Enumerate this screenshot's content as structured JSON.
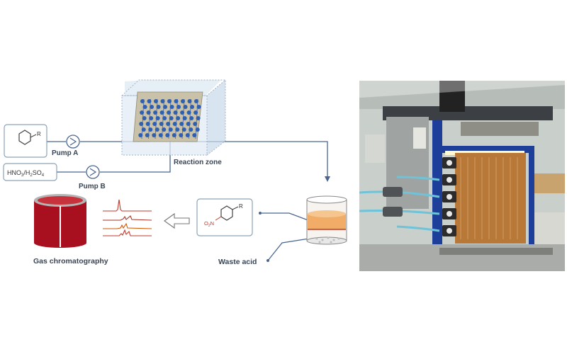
{
  "labels": {
    "pump_a": "Pump A",
    "pump_b": "Pump B",
    "reaction_zone": "Reaction zone",
    "gas_chromatography": "Gas chromatography",
    "waste_acid": "Waste acid"
  },
  "reagents": {
    "substituent_r": "R",
    "acid_mixture_base": "HNO",
    "acid_mixture_sub1": "3",
    "acid_mixture_mid": "/H",
    "acid_mixture_sub2": "2",
    "acid_mixture_mid2": "SO",
    "acid_mixture_sub3": "4",
    "product_r": "R",
    "product_nitro_base": "O",
    "product_nitro_sub": "2",
    "product_nitro_n": "N"
  },
  "colors": {
    "line": "#3d5a85",
    "box_border": "#8aa3b8",
    "chip_blue": "#2f5fb0",
    "gc_red": "#b01020",
    "spectrum_red": "#c0392b",
    "spectrum_orange": "#d35400",
    "photo_frame_blue": "#1d3f9a",
    "photo_chip_brown": "#b87838"
  }
}
